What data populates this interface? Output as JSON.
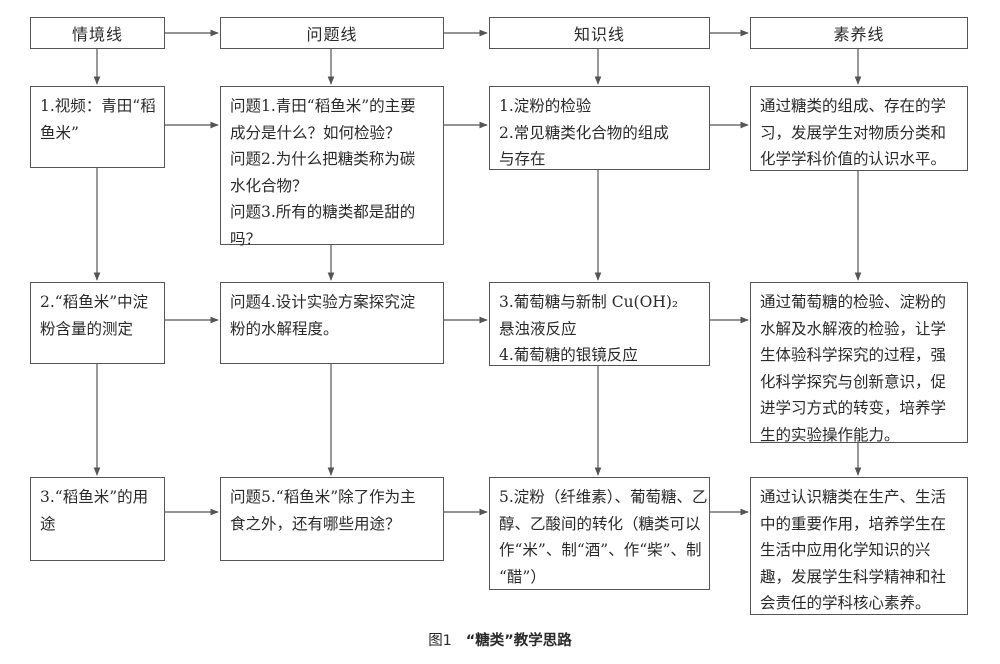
{
  "headers": [
    "情境线",
    "问题线",
    "知识线",
    "素养线"
  ],
  "rows": [
    {
      "scenario": [
        "1.视频：青田“稻",
        "鱼米”"
      ],
      "question": [
        "问题1.青田“稻鱼米”的主要",
        "成分是什么？如何检验？",
        "问题2.为什么把糖类称为碳",
        "水化合物？",
        "问题3.所有的糖类都是甜的",
        "吗？"
      ],
      "knowledge": [
        "1.淀粉的检验",
        "2.常见糖类化合物的组成",
        "与存在"
      ],
      "literacy": [
        "通过糖类的组成、存在的学",
        "习，发展学生对物质分类和",
        "化学学科价值的认识水平。"
      ]
    },
    {
      "scenario": [
        "2.“稻鱼米”中淀",
        "粉含量的测定"
      ],
      "question": [
        "问题4.设计实验方案探究淀",
        "粉的水解程度。"
      ],
      "knowledge": [
        "3.葡萄糖与新制 Cu(OH)₂",
        "悬浊液反应",
        "4.葡萄糖的银镜反应"
      ],
      "literacy": [
        "通过葡萄糖的检验、淀粉的",
        "水解及水解液的检验，让学",
        "生体验科学探究的过程，强",
        "化科学探究与创新意识，促",
        "进学习方式的转变，培养学",
        "生的实验操作能力。"
      ]
    },
    {
      "scenario": [
        "3.“稻鱼米”的用",
        "途"
      ],
      "question": [
        "问题5.“稻鱼米”除了作为主",
        "食之外，还有哪些用途？"
      ],
      "knowledge": [
        "5.淀粉（纤维素）、葡萄糖、乙",
        "醇、乙酸间的转化（糖类可以",
        "作“米”、制“酒”、作“柴”、制",
        "“醋”）"
      ],
      "literacy": [
        "通过认识糖类在生产、生活",
        "中的重要作用，培养学生在",
        "生活中应用化学知识的兴",
        "趣，发展学生科学精神和社",
        "会责任的学科核心素养。"
      ]
    }
  ],
  "caption": {
    "figure": "图1",
    "title": "“糖类”教学思路"
  }
}
